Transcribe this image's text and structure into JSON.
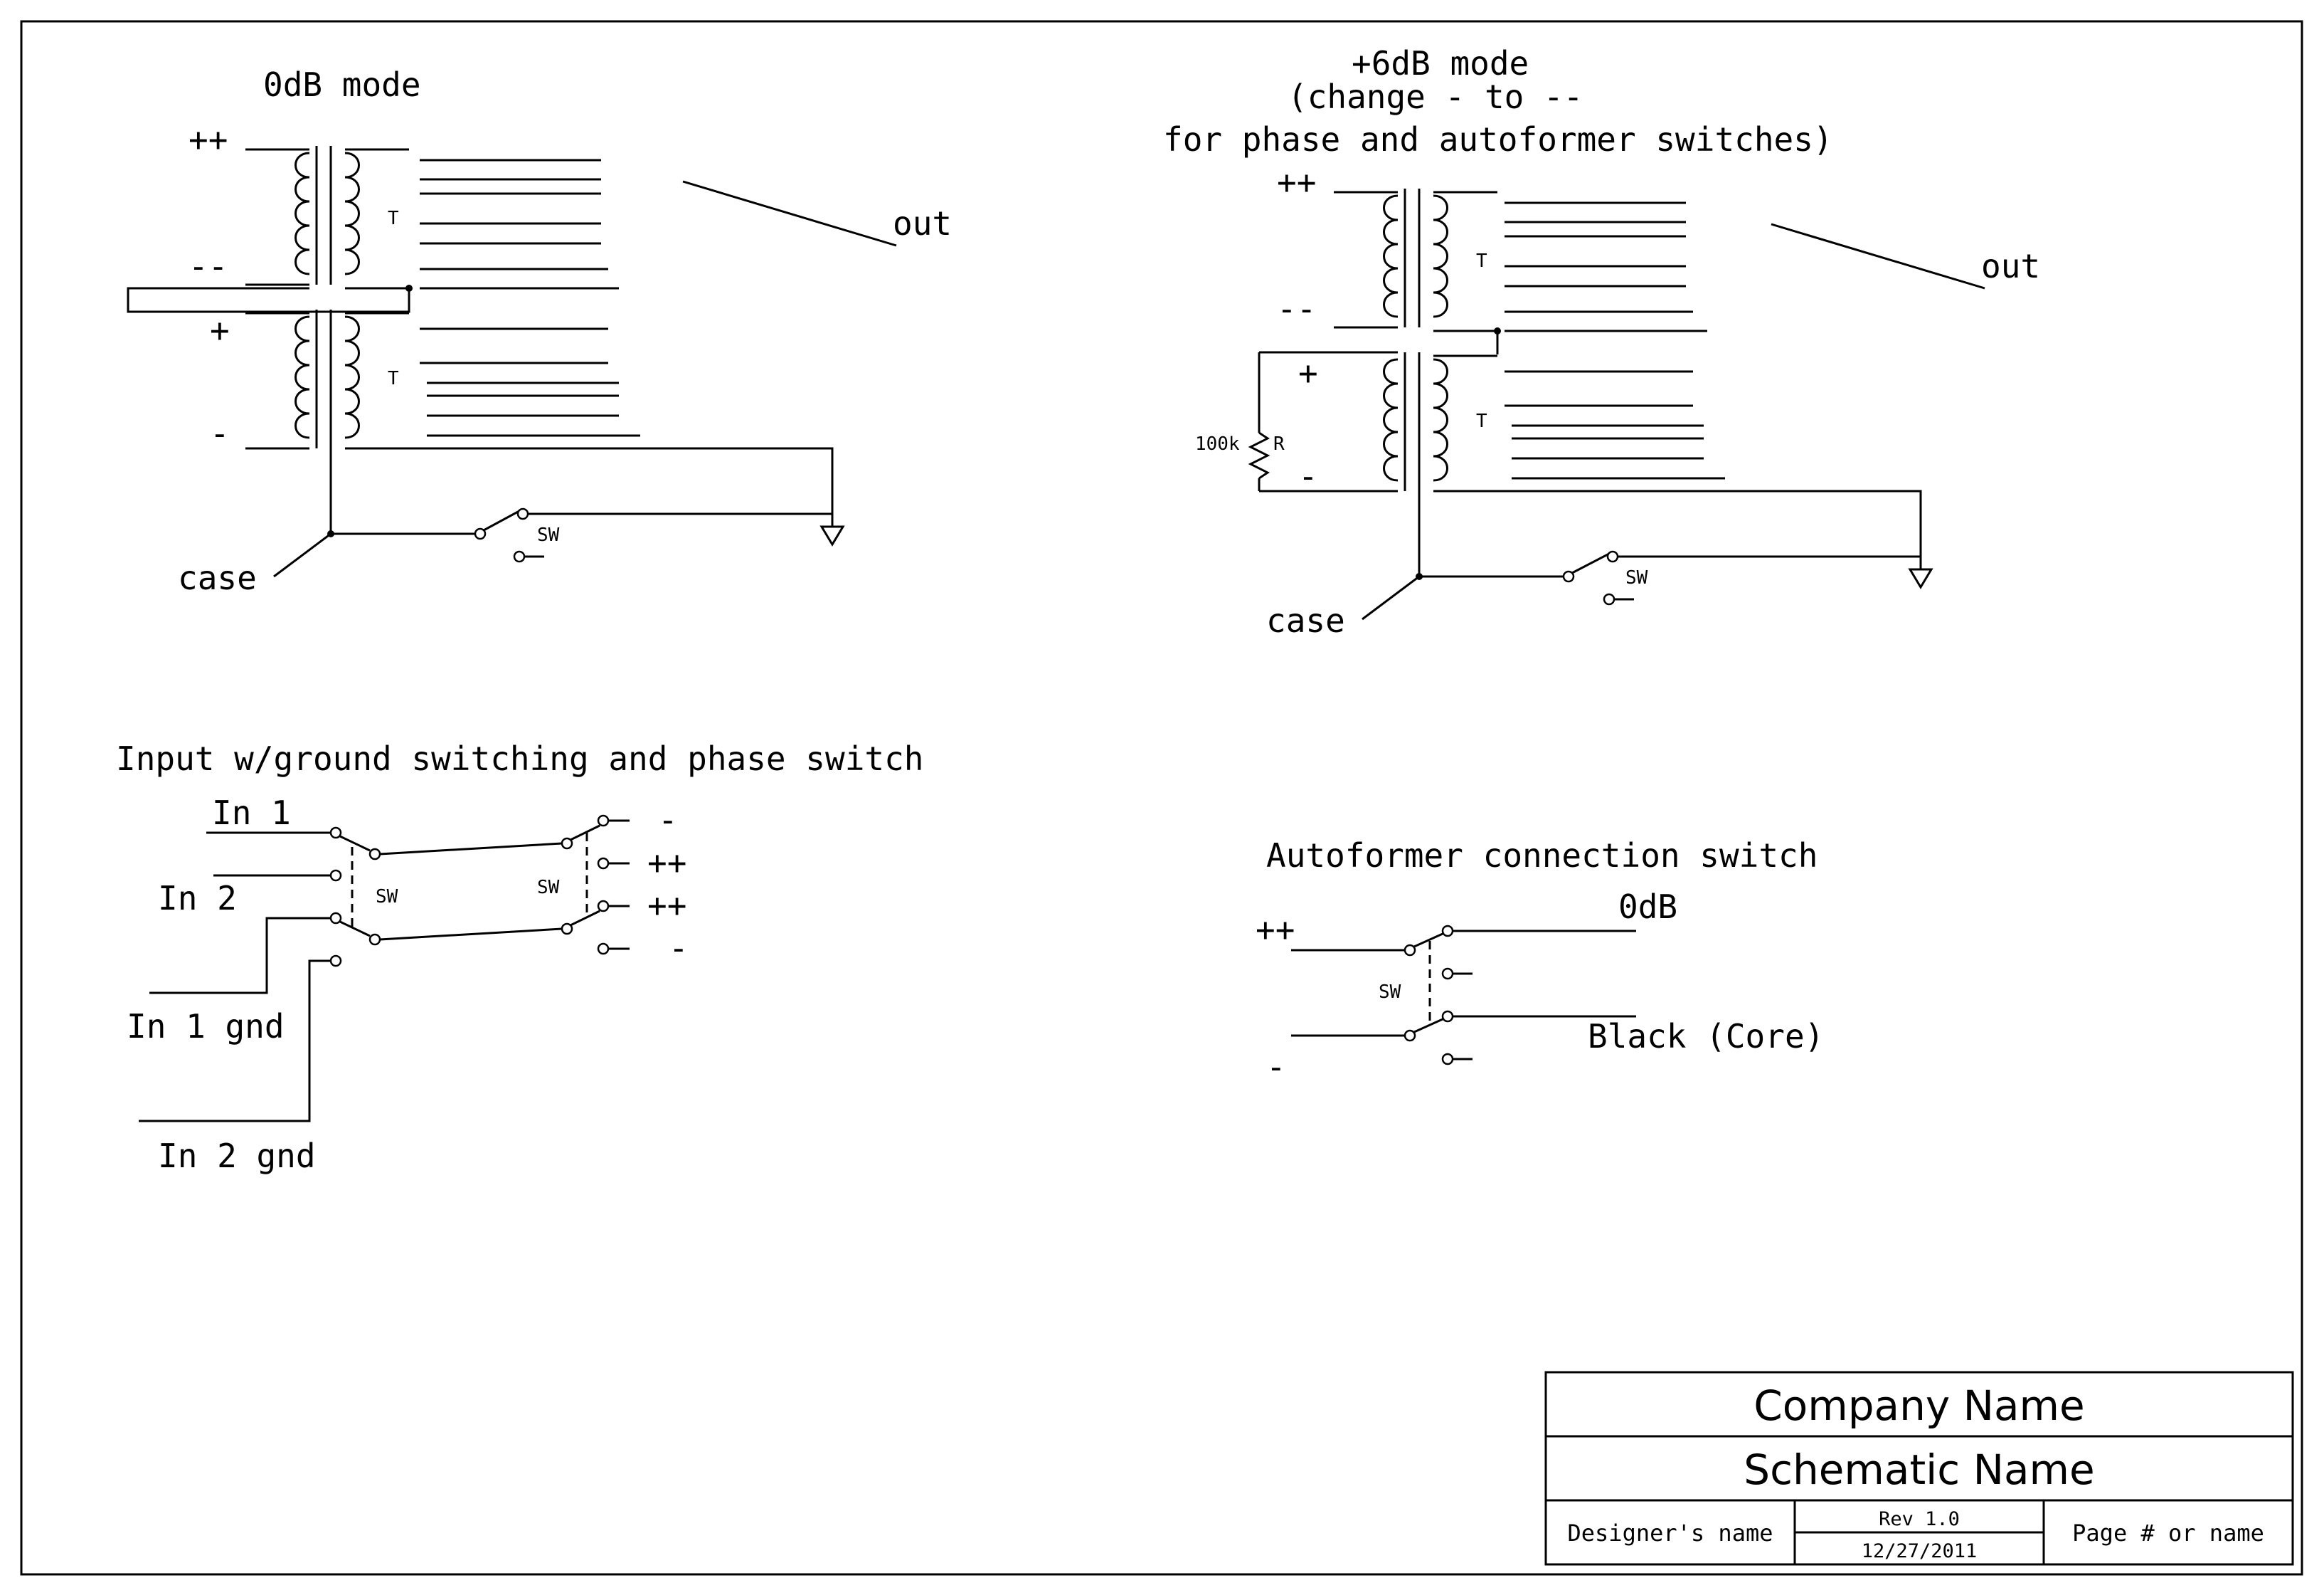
{
  "zero_db": {
    "title": "0dB mode",
    "pp": "++",
    "mm": "--",
    "p": "+",
    "m": "-",
    "t1": "T",
    "t2": "T",
    "out": "out",
    "sw": "SW",
    "case": "case"
  },
  "six_db": {
    "title_l1": "+6dB mode",
    "title_l2": "(change - to --",
    "title_l3": "for phase and autoformer switches)",
    "pp": "++",
    "mm": "--",
    "p": "+",
    "m": "-",
    "t1": "T",
    "t2": "T",
    "r_value": "100k",
    "r_ref": "R",
    "out": "out",
    "sw": "SW",
    "case": "case"
  },
  "input": {
    "title": "Input w/ground switching and phase switch",
    "in1": "In 1",
    "in2": "In 2",
    "in1_gnd": "In 1 gnd",
    "in2_gnd": "In 2 gnd",
    "sw1": "SW",
    "sw2": "SW",
    "o1": "-",
    "o2": "++",
    "o3": "++",
    "o4": "-"
  },
  "autoformer": {
    "title": "Autoformer connection switch",
    "pp": "++",
    "m": "-",
    "sw": "SW",
    "zero_db": "0dB",
    "black": "Black (Core)"
  },
  "title_block": {
    "company": "Company Name",
    "schematic": "Schematic Name",
    "designer": "Designer's name",
    "rev": "Rev 1.0",
    "date": "12/27/2011",
    "page": "Page # or name"
  }
}
